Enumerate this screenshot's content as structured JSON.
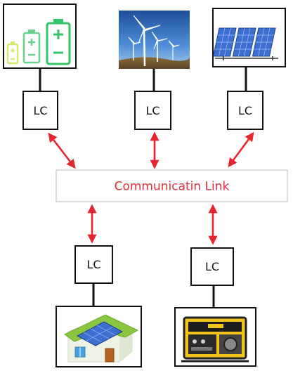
{
  "controller_label": "LC",
  "link_label": "Communicatin Link",
  "colors": {
    "arrow": "#e5262e",
    "link_text": "#e0313a",
    "box_stroke": "#111111",
    "battery": "#35c46a",
    "panel_blue": "#3d6fd0",
    "house_roof": "#8cc63f",
    "generator_yellow": "#f2c419"
  },
  "nodes": [
    {
      "name": "battery-storage",
      "icon": "battery-icon"
    },
    {
      "name": "wind-turbine",
      "icon": "wind-turbine-icon"
    },
    {
      "name": "solar-array",
      "icon": "solar-panel-icon"
    },
    {
      "name": "house-load",
      "icon": "solar-house-icon"
    },
    {
      "name": "diesel-generator",
      "icon": "generator-icon"
    }
  ]
}
